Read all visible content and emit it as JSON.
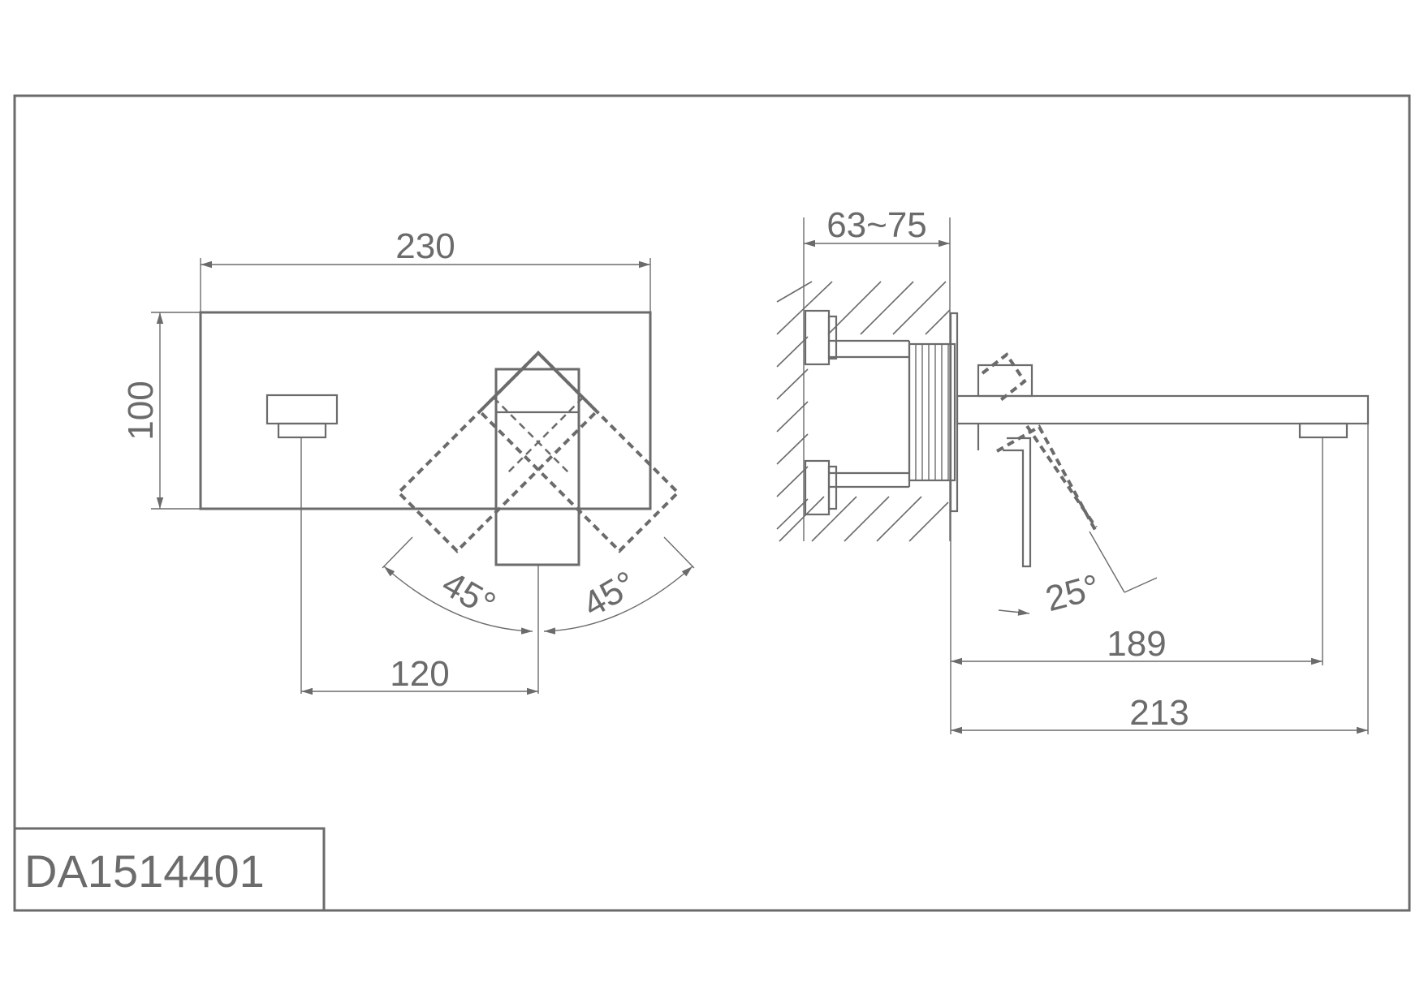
{
  "drawing": {
    "model_code": "DA1514401",
    "front_view": {
      "width_label": "230",
      "height_label": "100",
      "spacing_label": "120",
      "left_angle_label": "45°",
      "right_angle_label": "45°"
    },
    "side_view": {
      "wall_depth_label": "63~75",
      "spout_reach_label": "189",
      "total_reach_label": "213",
      "lever_angle_label": "25°"
    },
    "colors": {
      "line": "#6b6b6b",
      "background": "#ffffff"
    }
  }
}
